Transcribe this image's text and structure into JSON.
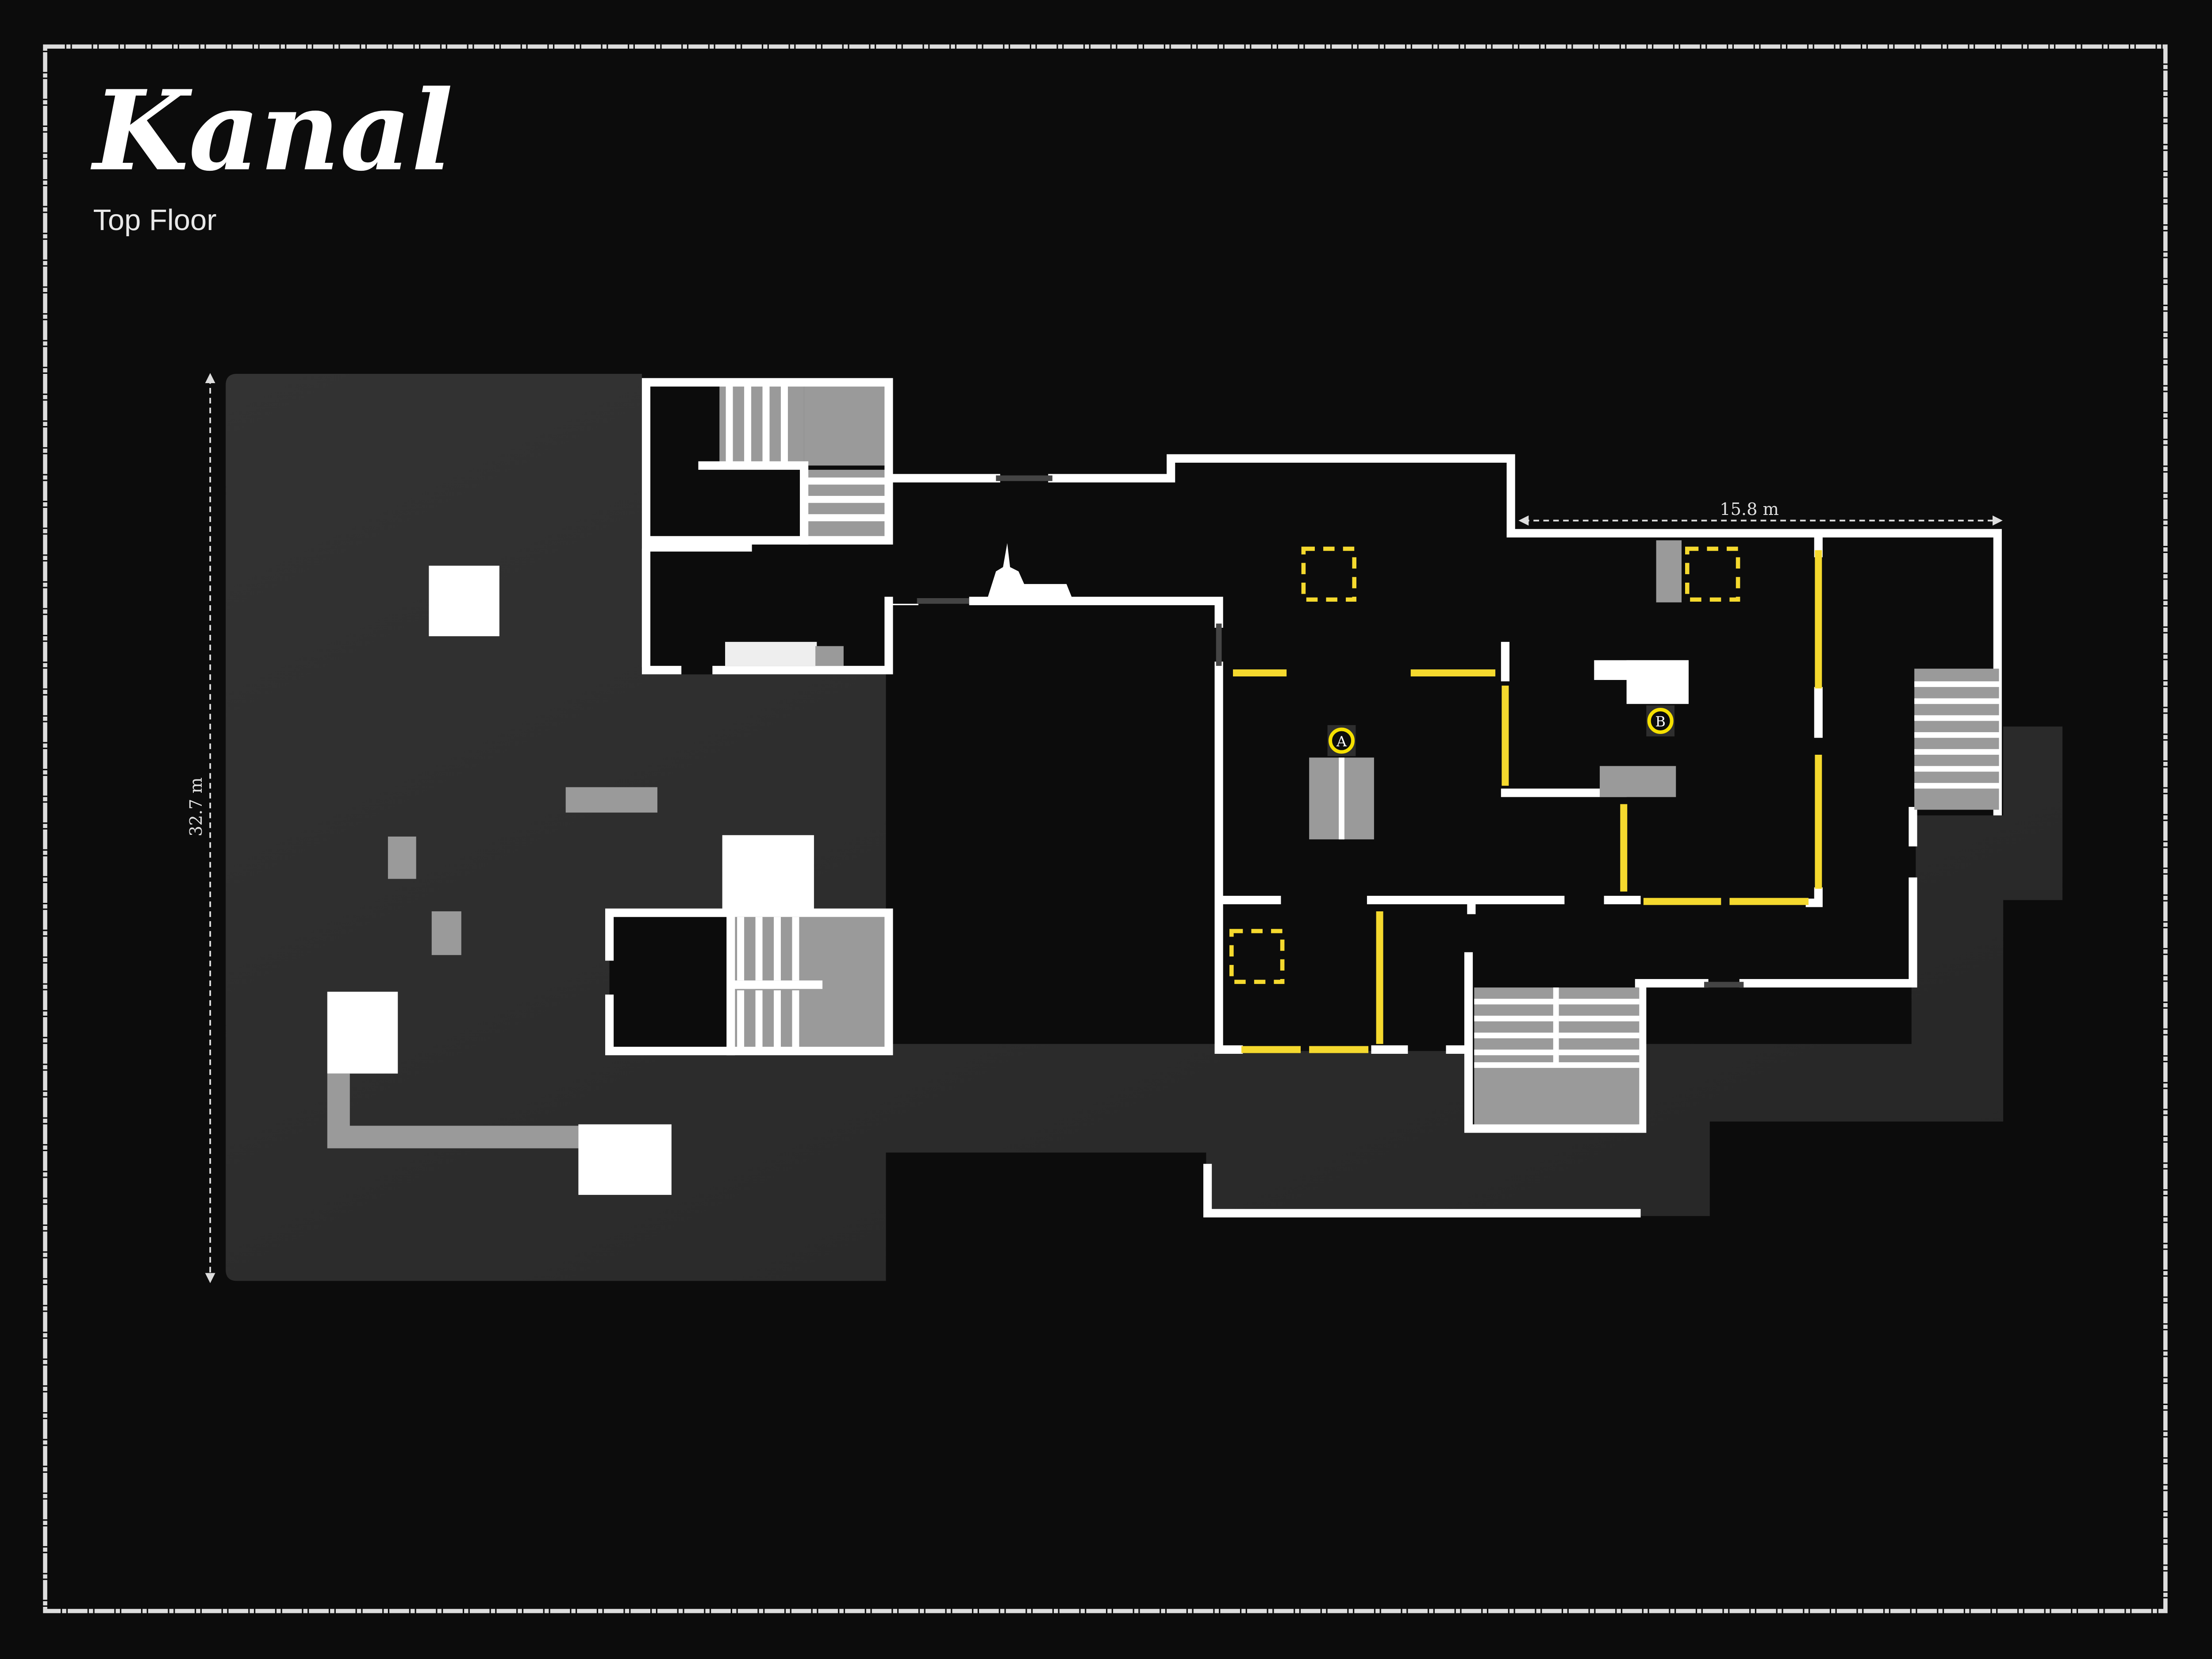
{
  "map": {
    "title": "Kanal",
    "floor": "Top Floor"
  },
  "dimensions": {
    "height_label": "32.7 m",
    "width_label": "15.8 m"
  },
  "objectives": [
    {
      "label": "A"
    },
    {
      "label": "B"
    }
  ],
  "colors": {
    "background": "#0c0c0c",
    "outdoor": "#2b2b2b",
    "wall": "#ffffff",
    "reinforced_wall": "#f5d92e",
    "stairs": "#9a9a9a"
  }
}
